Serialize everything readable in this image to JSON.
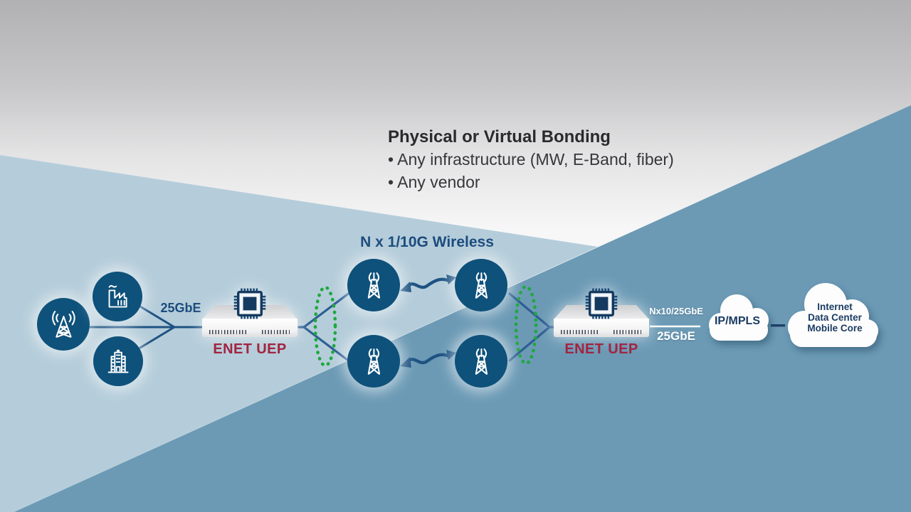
{
  "heading": {
    "title": "Physical or Virtual Bonding",
    "bullets": [
      "• Any infrastructure (MW, E-Band, fiber)",
      "• Any vendor"
    ]
  },
  "access": {
    "sources": [
      "radio-tower",
      "factory",
      "office-building"
    ],
    "link_label": "25GbE"
  },
  "devices": {
    "left": {
      "label": "ENET UEP",
      "icon": "chip"
    },
    "right": {
      "label": "ENET UEP",
      "icon": "chip"
    }
  },
  "wireless": {
    "title": "N x 1/10G Wireless",
    "towers": 4,
    "bonding_marker": "green-dashed-ellipse"
  },
  "core_links": {
    "top_label": "Nx10/25GbE",
    "bottom_label": "25GbE"
  },
  "clouds": {
    "ip_mpls": {
      "label": "IP/MPLS"
    },
    "core": {
      "lines": [
        "Internet",
        "Data Center",
        "Mobile Core"
      ]
    }
  },
  "colors": {
    "gray_top": "#b1b1b3",
    "light_blue_band": "#b5cdda",
    "steel_blue_band": "#6c9ab5",
    "circle_navy": "#0e517b",
    "line_navy": "#1d5282",
    "bonding_green": "#1ea83e",
    "device_label_red": "#a22441",
    "label_navy": "#1b4c7e",
    "cloud_text_navy": "#1b3c63"
  }
}
